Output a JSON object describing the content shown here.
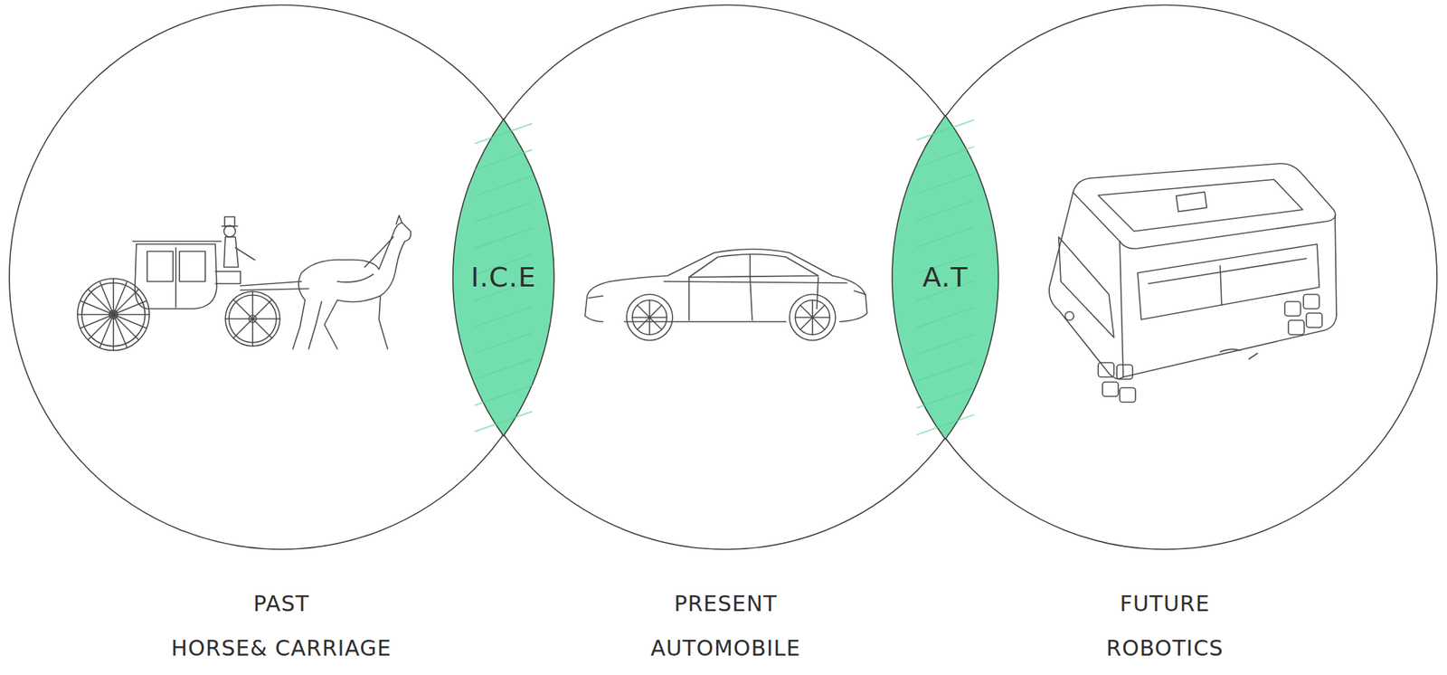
{
  "diagram": {
    "nodes": [
      {
        "text": [
          "PAST",
          "HORSE& CARRIAGE"
        ]
      },
      {
        "text": [
          "I.C.E"
        ]
      },
      {
        "text": [
          "PRESENT",
          "AUTOMOBILE"
        ]
      },
      {
        "text": [
          "A.T"
        ]
      },
      {
        "text": [
          "FUTURE",
          "ROBOTICS"
        ]
      }
    ]
  }
}
